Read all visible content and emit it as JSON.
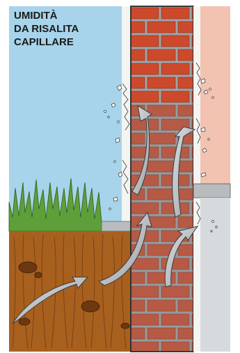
{
  "title": {
    "lines": [
      "UMIDITÀ",
      "DA RISALITA",
      "CAPILLARE"
    ]
  },
  "colors": {
    "sky": "#a7d4ea",
    "soil": "#a8601f",
    "soil_dark": "#6e3a0f",
    "grass": "#5e9f3a",
    "brick": "#cc4a2b",
    "mortar": "#9fa2a5",
    "interior_plaster": "#f2c3b0",
    "interior_floor": "#d7dadc",
    "arrow": "#bcc0c3",
    "outline": "#2a2a2a"
  },
  "icons": [
    "moisture-arrow-icon",
    "crack-icon",
    "grass-icon",
    "stone-icon"
  ]
}
